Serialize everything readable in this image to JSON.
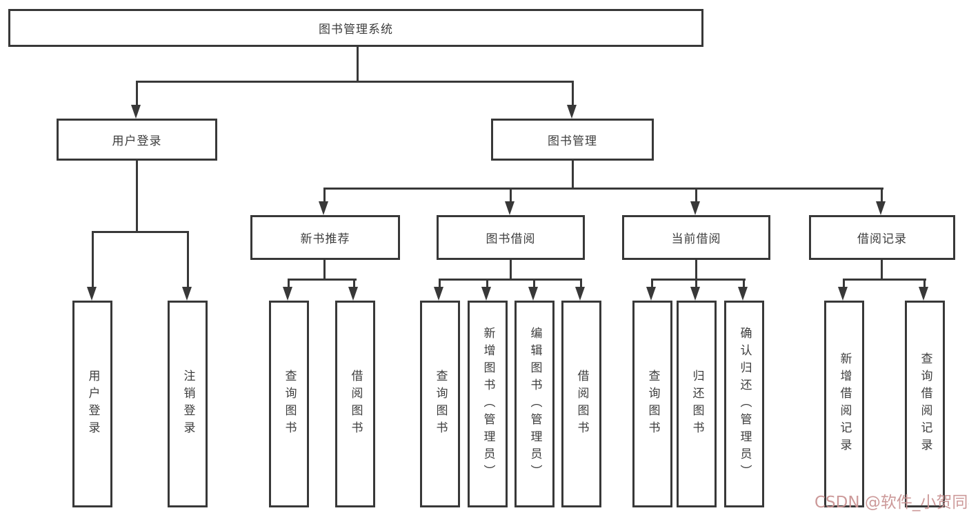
{
  "diagram": {
    "root": {
      "label": "图书管理系统"
    },
    "level2": [
      {
        "label": "用户登录"
      },
      {
        "label": "图书管理"
      }
    ],
    "level3": [
      {
        "label": "新书推荐"
      },
      {
        "label": "图书借阅"
      },
      {
        "label": "当前借阅"
      },
      {
        "label": "借阅记录"
      }
    ],
    "leaves": [
      {
        "label": "用户登录"
      },
      {
        "label": "注销登录"
      },
      {
        "label": "查询图书"
      },
      {
        "label": "借阅图书"
      },
      {
        "label": "查询图书"
      },
      {
        "label": "新增图书（管理员）"
      },
      {
        "label": "编辑图书（管理员）"
      },
      {
        "label": "借阅图书"
      },
      {
        "label": "查询图书"
      },
      {
        "label": "归还图书"
      },
      {
        "label": "确认归还（管理员）"
      },
      {
        "label": "新增借阅记录"
      },
      {
        "label": "查询借阅记录"
      }
    ],
    "line_color": "#383838",
    "box_background": "#ffffff",
    "text_color": "#3d3d3d"
  },
  "watermark": {
    "text": "CSDN @软件_小贺同学",
    "color": "#c99393"
  }
}
